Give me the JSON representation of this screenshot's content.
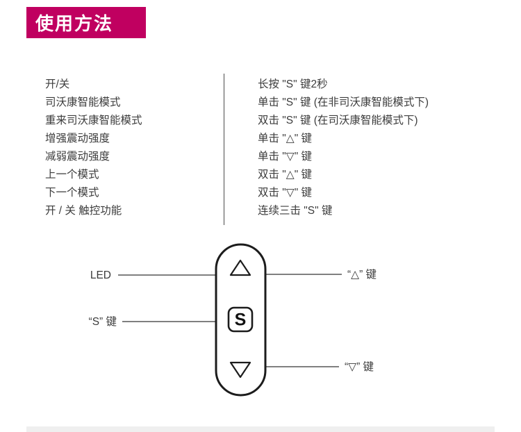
{
  "header": {
    "title": "使用方法",
    "bg_color": "#C00060",
    "text_color": "#ffffff"
  },
  "instructions": {
    "rows": [
      {
        "label": "开/关",
        "action": "长按 \"S\" 键2秒"
      },
      {
        "label": "司沃康智能模式",
        "action": "单击 \"S\" 键 (在非司沃康智能模式下)"
      },
      {
        "label": "重来司沃康智能模式",
        "action": "双击 \"S\" 键 (在司沃康智能模式下)"
      },
      {
        "label": "增强震动强度",
        "action": "单击 \"△\" 键"
      },
      {
        "label": "减弱震动强度",
        "action": "单击 \"▽\" 键"
      },
      {
        "label": "上一个模式",
        "action": "双击 \"△\" 键"
      },
      {
        "label": "下一个模式",
        "action": "双击 \"▽\" 键"
      },
      {
        "label": "开 / 关 触控功能",
        "action": "连续三击 \"S\" 键"
      }
    ]
  },
  "diagram": {
    "labels": {
      "led": "LED",
      "s_key": "“S” 键",
      "up_key": "“△” 键",
      "down_key": "“▽” 键"
    },
    "buttons": {
      "up": "up-triangle",
      "s": "S",
      "down": "down-triangle"
    }
  }
}
